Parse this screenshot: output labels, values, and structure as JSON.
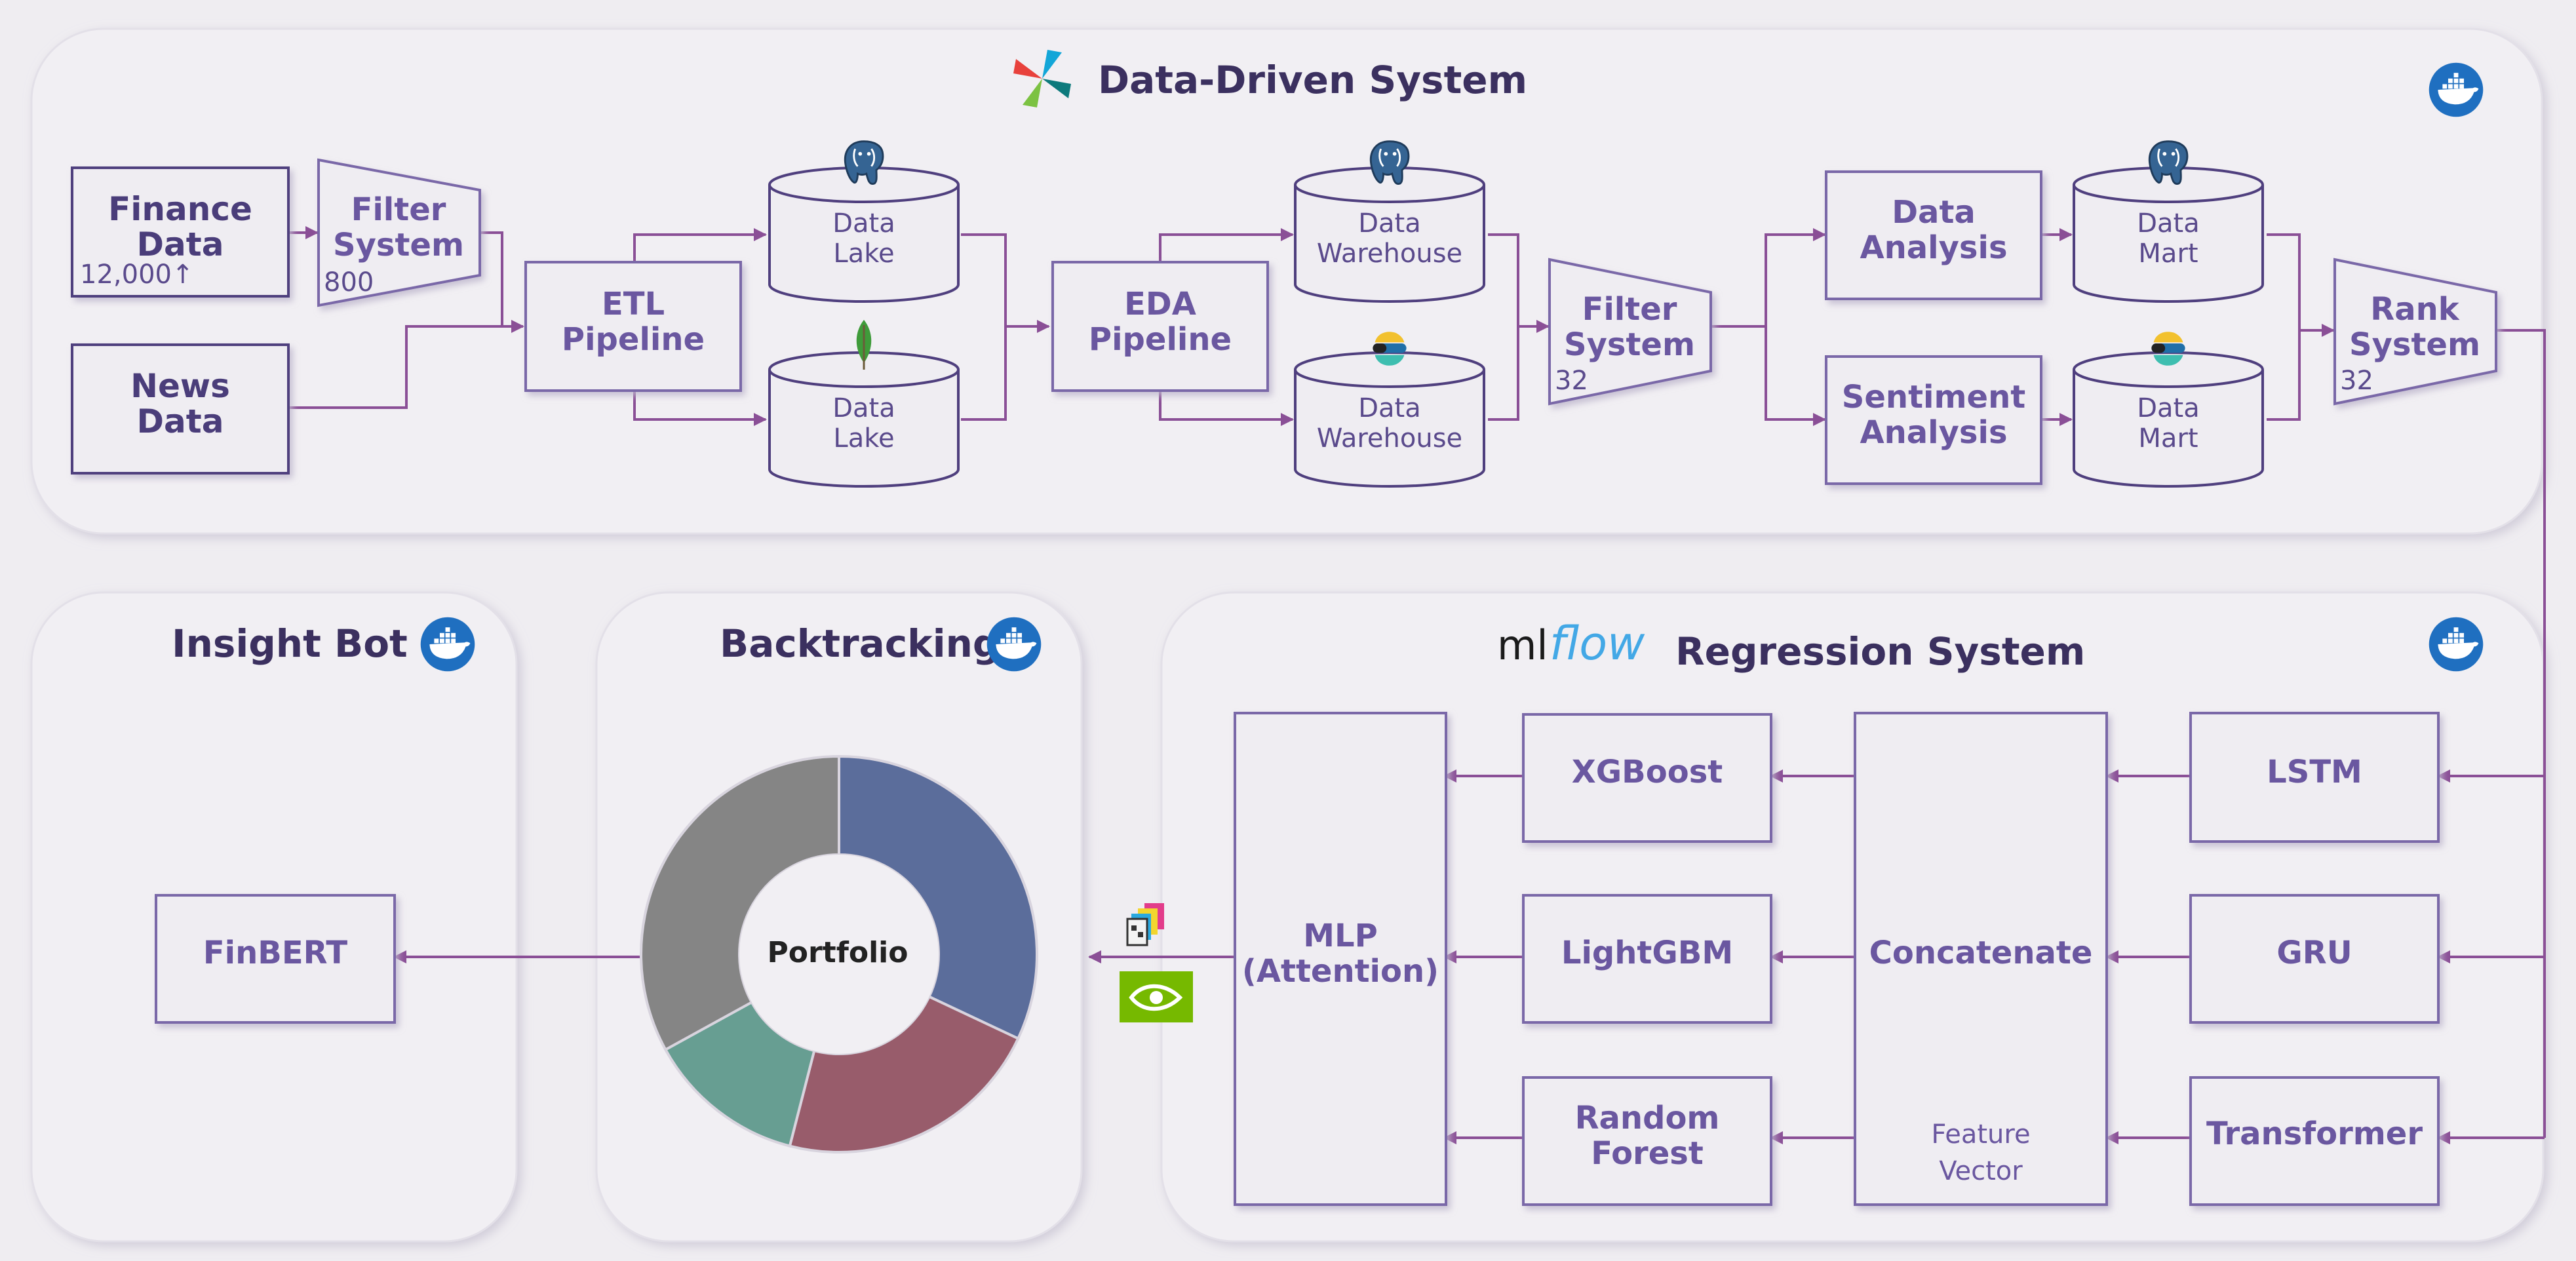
{
  "colors": {
    "background": "#efedf1",
    "panel": "#f1eff3",
    "box_stroke": "#7a68a8",
    "edge": "#8a4f96",
    "title_text": "#3b305f",
    "docker_blue": "#1f6fc0"
  },
  "panels": {
    "data_driven": {
      "title": "Data-Driven System",
      "logo_icon": "airflow-pinwheel-icon",
      "corner_icon": "docker-whale-icon"
    },
    "insight_bot": {
      "title": "Insight Bot",
      "corner_icon": "docker-whale-icon"
    },
    "backtracking": {
      "title": "Backtracking",
      "corner_icon": "docker-whale-icon"
    },
    "regression": {
      "title": "Regression System",
      "logo_text_ml": "ml",
      "logo_text_flow": "flow",
      "corner_icon": "docker-whale-icon"
    }
  },
  "data_driven": {
    "finance": {
      "l1": "Finance",
      "l2": "Data",
      "count": "12,000↑"
    },
    "news": {
      "l1": "News",
      "l2": "Data"
    },
    "filter1": {
      "l1": "Filter",
      "l2": "System",
      "count": "800"
    },
    "etl": {
      "l1": "ETL",
      "l2": "Pipeline"
    },
    "lake1": {
      "l1": "Data",
      "l2": "Lake",
      "icon": "postgresql-elephant-icon"
    },
    "lake2": {
      "l1": "Data",
      "l2": "Lake",
      "icon": "mongodb-leaf-icon"
    },
    "eda": {
      "l1": "EDA",
      "l2": "Pipeline"
    },
    "wh1": {
      "l1": "Data",
      "l2": "Warehouse",
      "icon": "postgresql-elephant-icon"
    },
    "wh2": {
      "l1": "Data",
      "l2": "Warehouse",
      "icon": "elasticsearch-icon"
    },
    "filter2": {
      "l1": "Filter",
      "l2": "System",
      "count": "32"
    },
    "analysis": {
      "l1": "Data",
      "l2": "Analysis"
    },
    "sentiment": {
      "l1": "Sentiment",
      "l2": "Analysis"
    },
    "mart1": {
      "l1": "Data",
      "l2": "Mart",
      "icon": "postgresql-elephant-icon"
    },
    "mart2": {
      "l1": "Data",
      "l2": "Mart",
      "icon": "elasticsearch-icon"
    },
    "rank": {
      "l1": "Rank",
      "l2": "System",
      "count": "32"
    }
  },
  "regression": {
    "lstm": "LSTM",
    "gru": "GRU",
    "transformer": "Transformer",
    "concatenate": "Concatenate",
    "feature_l1": "Feature",
    "feature_l2": "Vector",
    "xgboost": "XGBoost",
    "lightgbm": "LightGBM",
    "rf_l1": "Random",
    "rf_l2": "Forest",
    "mlp_l1": "MLP",
    "mlp_l2": "(Attention)",
    "side_icons": [
      "packaging-boxes-icon",
      "nvidia-icon"
    ]
  },
  "backtracking": {
    "center_label": "Portfolio",
    "slices": [
      {
        "value": 32,
        "color": "#5b6d9b"
      },
      {
        "value": 22,
        "color": "#985c6b"
      },
      {
        "value": 13,
        "color": "#679e92"
      },
      {
        "value": 33,
        "color": "#858585"
      }
    ]
  },
  "insight_bot": {
    "finbert": "FinBERT"
  }
}
